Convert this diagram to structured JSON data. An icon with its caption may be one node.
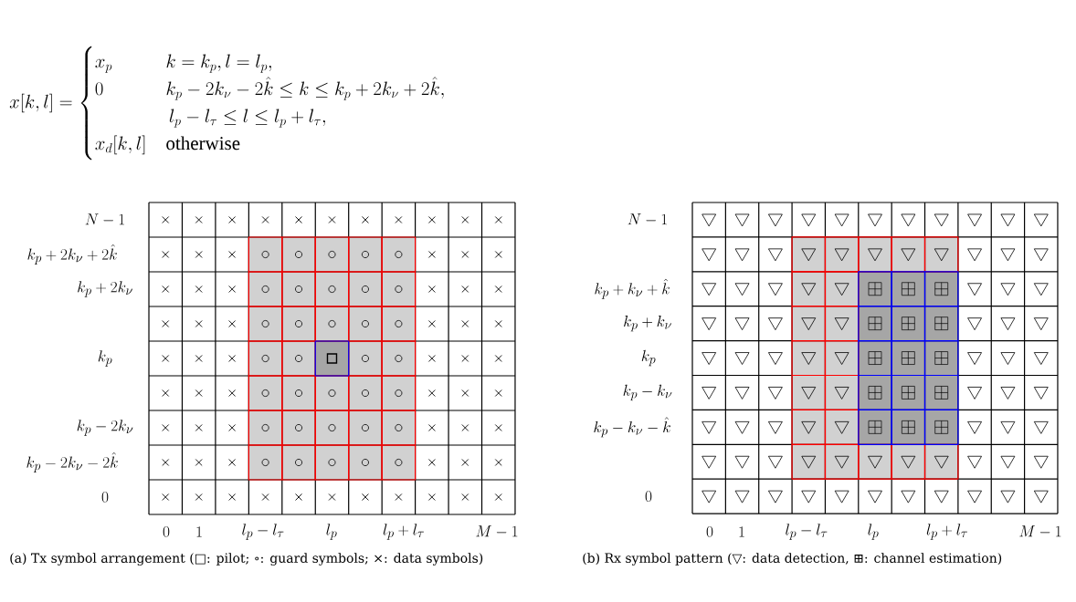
{
  "diagram": {
    "labels": [
      "x[k,l] = \\begin{cases} x_p & k=k_p, l=l_p,\\\\ 0 & k_p-2k_\\nu-2\\hat{k}\\le k\\le k_p+2k_\\nu+2\\hat{k},\\\\ & \\,l_p-l_\\tau\\le l\\le l_p+l_\\tau,\\\\ x_d[k,l] & \\text{otherwise}\\end{cases}",
      "N-1",
      "k_p+2k_\\nu+2\\hat{k}",
      "k_p+2k_\\nu",
      "k_p",
      "k_p-2k_\\nu",
      "k_p-2k_\\nu-2\\hat{k}",
      "0",
      "0",
      "1",
      "l_p-l_\\tau",
      "l_p",
      "l_p+l_\\tau",
      "M-1",
      "N-1",
      "k_p+k_\\nu+\\hat{k}",
      "k_p+k_\\nu",
      "k_p",
      "k_p-k_\\nu",
      "k_p-k_\\nu-\\hat{k}",
      "0",
      "0",
      "1",
      "l_p-l_\\tau",
      "l_p",
      "l_p+l_\\tau",
      "M-1",
      "(a) Tx symbol arrangement (□: pilot; ∘: guard symbols; ×: data symbols)",
      "(b) Rx symbol pattern (▽: data detection, ⊞: channel estimation)"
    ]
  }
}
